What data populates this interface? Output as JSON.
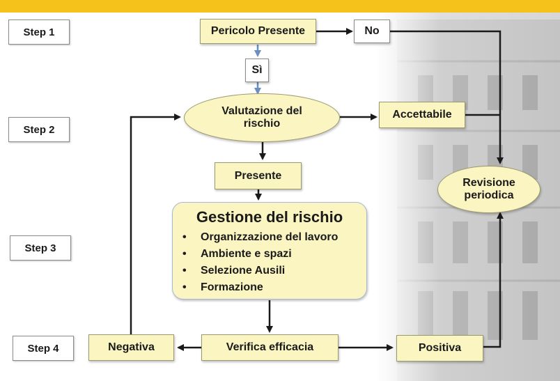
{
  "steps": [
    "Step 1",
    "Step 2",
    "Step 3",
    "Step 4"
  ],
  "nodes": {
    "pericolo": "Pericolo Presente",
    "no": "No",
    "si": "Sì",
    "valutazione_line1": "Valutazione del",
    "valutazione_line2": "rischio",
    "accettabile": "Accettabile",
    "presente": "Presente",
    "revisione_line1": "Revisione",
    "revisione_line2": "periodica",
    "negativa": "Negativa",
    "verifica": "Verifica efficacia",
    "positiva": "Positiva"
  },
  "gestione": {
    "title": "Gestione del rischio",
    "items": [
      "Organizzazione del lavoro",
      "Ambiente e spazi",
      "Selezione Ausili",
      "Formazione"
    ]
  },
  "colors": {
    "accent_bar": "#f5c21b",
    "box_fill": "#fbf5c2",
    "arrow": "#1a1a1a",
    "arrow_blue": "#6a8fc0"
  }
}
